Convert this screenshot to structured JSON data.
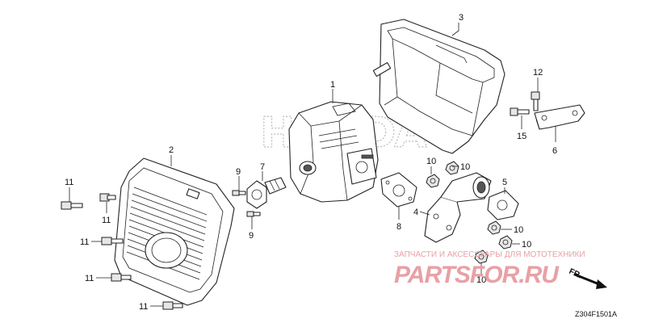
{
  "diagram": {
    "code": "Z304F1501A",
    "direction_label": "FR.",
    "callouts": [
      {
        "id": "c1",
        "label": "1"
      },
      {
        "id": "c2",
        "label": "2"
      },
      {
        "id": "c3",
        "label": "3"
      },
      {
        "id": "c4",
        "label": "4"
      },
      {
        "id": "c5",
        "label": "5"
      },
      {
        "id": "c6",
        "label": "6"
      },
      {
        "id": "c7",
        "label": "7"
      },
      {
        "id": "c8",
        "label": "8"
      },
      {
        "id": "c9a",
        "label": "9"
      },
      {
        "id": "c9b",
        "label": "9"
      },
      {
        "id": "c10a",
        "label": "10"
      },
      {
        "id": "c10b",
        "label": "10"
      },
      {
        "id": "c10c",
        "label": "10"
      },
      {
        "id": "c10d",
        "label": "10"
      },
      {
        "id": "c10e",
        "label": "10"
      },
      {
        "id": "c11a",
        "label": "11"
      },
      {
        "id": "c11b",
        "label": "11"
      },
      {
        "id": "c11c",
        "label": "11"
      },
      {
        "id": "c11d",
        "label": "11"
      },
      {
        "id": "c11e",
        "label": "11"
      },
      {
        "id": "c12",
        "label": "12"
      },
      {
        "id": "c15",
        "label": "15"
      }
    ]
  },
  "watermark": {
    "tagline": "ЗАПЧАСТИ И АКСЕССУАРЫ ДЛЯ МОТОТЕХНИКИ",
    "logo_text": "PARTSFOR.RU",
    "brand_text": "HONDA",
    "color": "#e8a0a6"
  }
}
